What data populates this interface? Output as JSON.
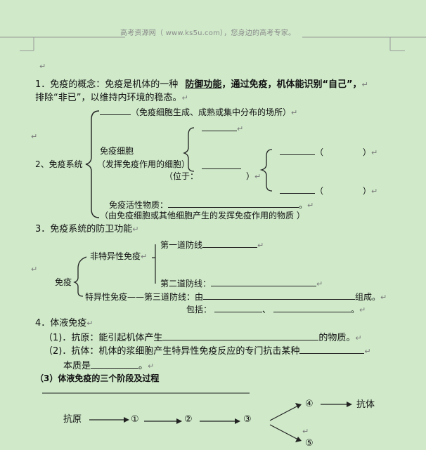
{
  "header": {
    "watermark": "高考资源网（ www.ks5u.com），您身边的高考专家。"
  },
  "return_mark": "↵",
  "s1": {
    "prefix": "1．免疫的概念：免疫是机体的一种",
    "term": "防御功能",
    "suffix": "，通过免疫，机体能识别“自己”，",
    "line2": "排除“非已”，以维持内环境的稳态。"
  },
  "s2": {
    "title": "2、免疫系统",
    "organ_note": "（免疫细胞生成、成熟或集中分布的场所）",
    "cell_label": "免疫细胞",
    "cell_note": "（发挥免疫作用的细胞）",
    "located": "（位于：",
    "close_paren": "）",
    "open_paren": "（",
    "active_label": "免疫活性物质：",
    "period": "。",
    "active_note": "（由免疫细胞或其他细胞产生的发挥免疫作用的物质 ）"
  },
  "s3": {
    "title": "3．免疫系统的防卫功能",
    "nonspecific": "非特异性免疫",
    "line1": "第一道防线",
    "line2": "第二道防线：",
    "immune": "免疫",
    "specific": "特异性免疫——第三道防线：由",
    "composed": "组成。",
    "includes": "包括：",
    "comma": "、",
    "period": "。"
  },
  "s4": {
    "title": "4．体液免疫",
    "antigen_line_prefix": "（1)．抗原：能引起机体产生",
    "antigen_line_suffix": "的物质。",
    "antibody_line": "（2)．抗体：机体的浆细胞产生特异性免疫反应的专门抗击某种",
    "essence": "本质是",
    "period": "。",
    "stages_title": "（3）体液免疫的三个阶段及过程",
    "flow": {
      "antigen": "抗原",
      "n1": "①",
      "n2": "②",
      "n3": "③",
      "n4": "④",
      "n5": "⑤",
      "antibody": "抗体"
    }
  }
}
